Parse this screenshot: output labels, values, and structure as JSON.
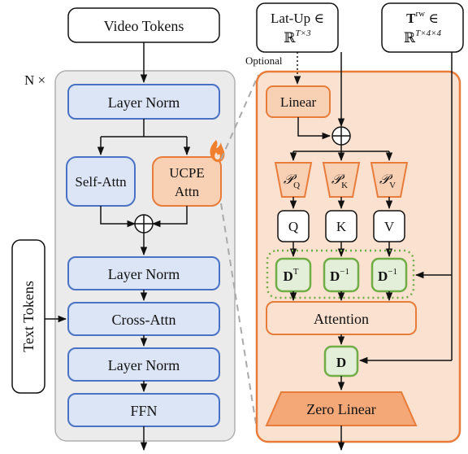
{
  "colors": {
    "blue_fill": "#dbe5f6",
    "blue_stroke": "#4a72c4",
    "orange_fill": "#f8d0b4",
    "orange_stroke": "#e87c3a",
    "panel_orange_fill": "#fbe1cf",
    "green_fill": "#e4efd9",
    "green_stroke": "#70ad47",
    "gray_panel": "#ebebeb",
    "flame": "#f08030"
  },
  "left": {
    "video_tokens": "Video Tokens",
    "n_times": "N ×",
    "layer_norm_1": "Layer Norm",
    "self_attn": "Self-Attn",
    "ucpe_attn_line1": "UCPE",
    "ucpe_attn_line2": "Attn",
    "layer_norm_2": "Layer Norm",
    "cross_attn": "Cross-Attn",
    "layer_norm_3": "Layer Norm",
    "ffn": "FFN",
    "text_tokens": "Text Tokens"
  },
  "right": {
    "lat_up_line1": "Lat-Up ∈",
    "lat_up_base": "ℝ",
    "lat_up_sup": "T×3",
    "optional": "Optional",
    "trw_base": "T",
    "trw_sup_main": "rw",
    "trw_in": " ∈",
    "trw_line2_base": "ℝ",
    "trw_line2_sup": "T×4×4",
    "linear": "Linear",
    "pq_base": "𝒫",
    "pq_sub": "Q",
    "pk_base": "𝒫",
    "pk_sub": "K",
    "pv_base": "𝒫",
    "pv_sub": "V",
    "q": "Q",
    "k": "K",
    "v": "V",
    "d_base": "D",
    "d_t_sup": "T",
    "d_inv_sup": "−1",
    "attention": "Attention",
    "d_out": "D",
    "zero_linear": "Zero Linear"
  }
}
